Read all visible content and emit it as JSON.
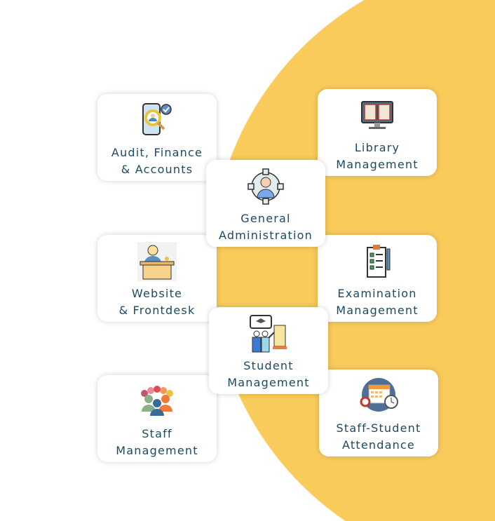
{
  "colors": {
    "accent": "#f9cb5a",
    "text": "#1b4a64"
  },
  "modules": [
    {
      "label": "Audit, Finance\n& Accounts",
      "icon": "audit-search-icon"
    },
    {
      "label": "Library\nManagement",
      "icon": "library-book-icon"
    },
    {
      "label": "General\nAdministration",
      "icon": "admin-gear-icon"
    },
    {
      "label": "Website\n& Frontdesk",
      "icon": "frontdesk-icon"
    },
    {
      "label": "Examination\nManagement",
      "icon": "exam-checklist-icon"
    },
    {
      "label": "Student\nManagement",
      "icon": "student-teacher-icon"
    },
    {
      "label": "Staff\nManagement",
      "icon": "staff-group-icon"
    },
    {
      "label": "Staff-Student\nAttendance",
      "icon": "attendance-calendar-icon"
    }
  ]
}
